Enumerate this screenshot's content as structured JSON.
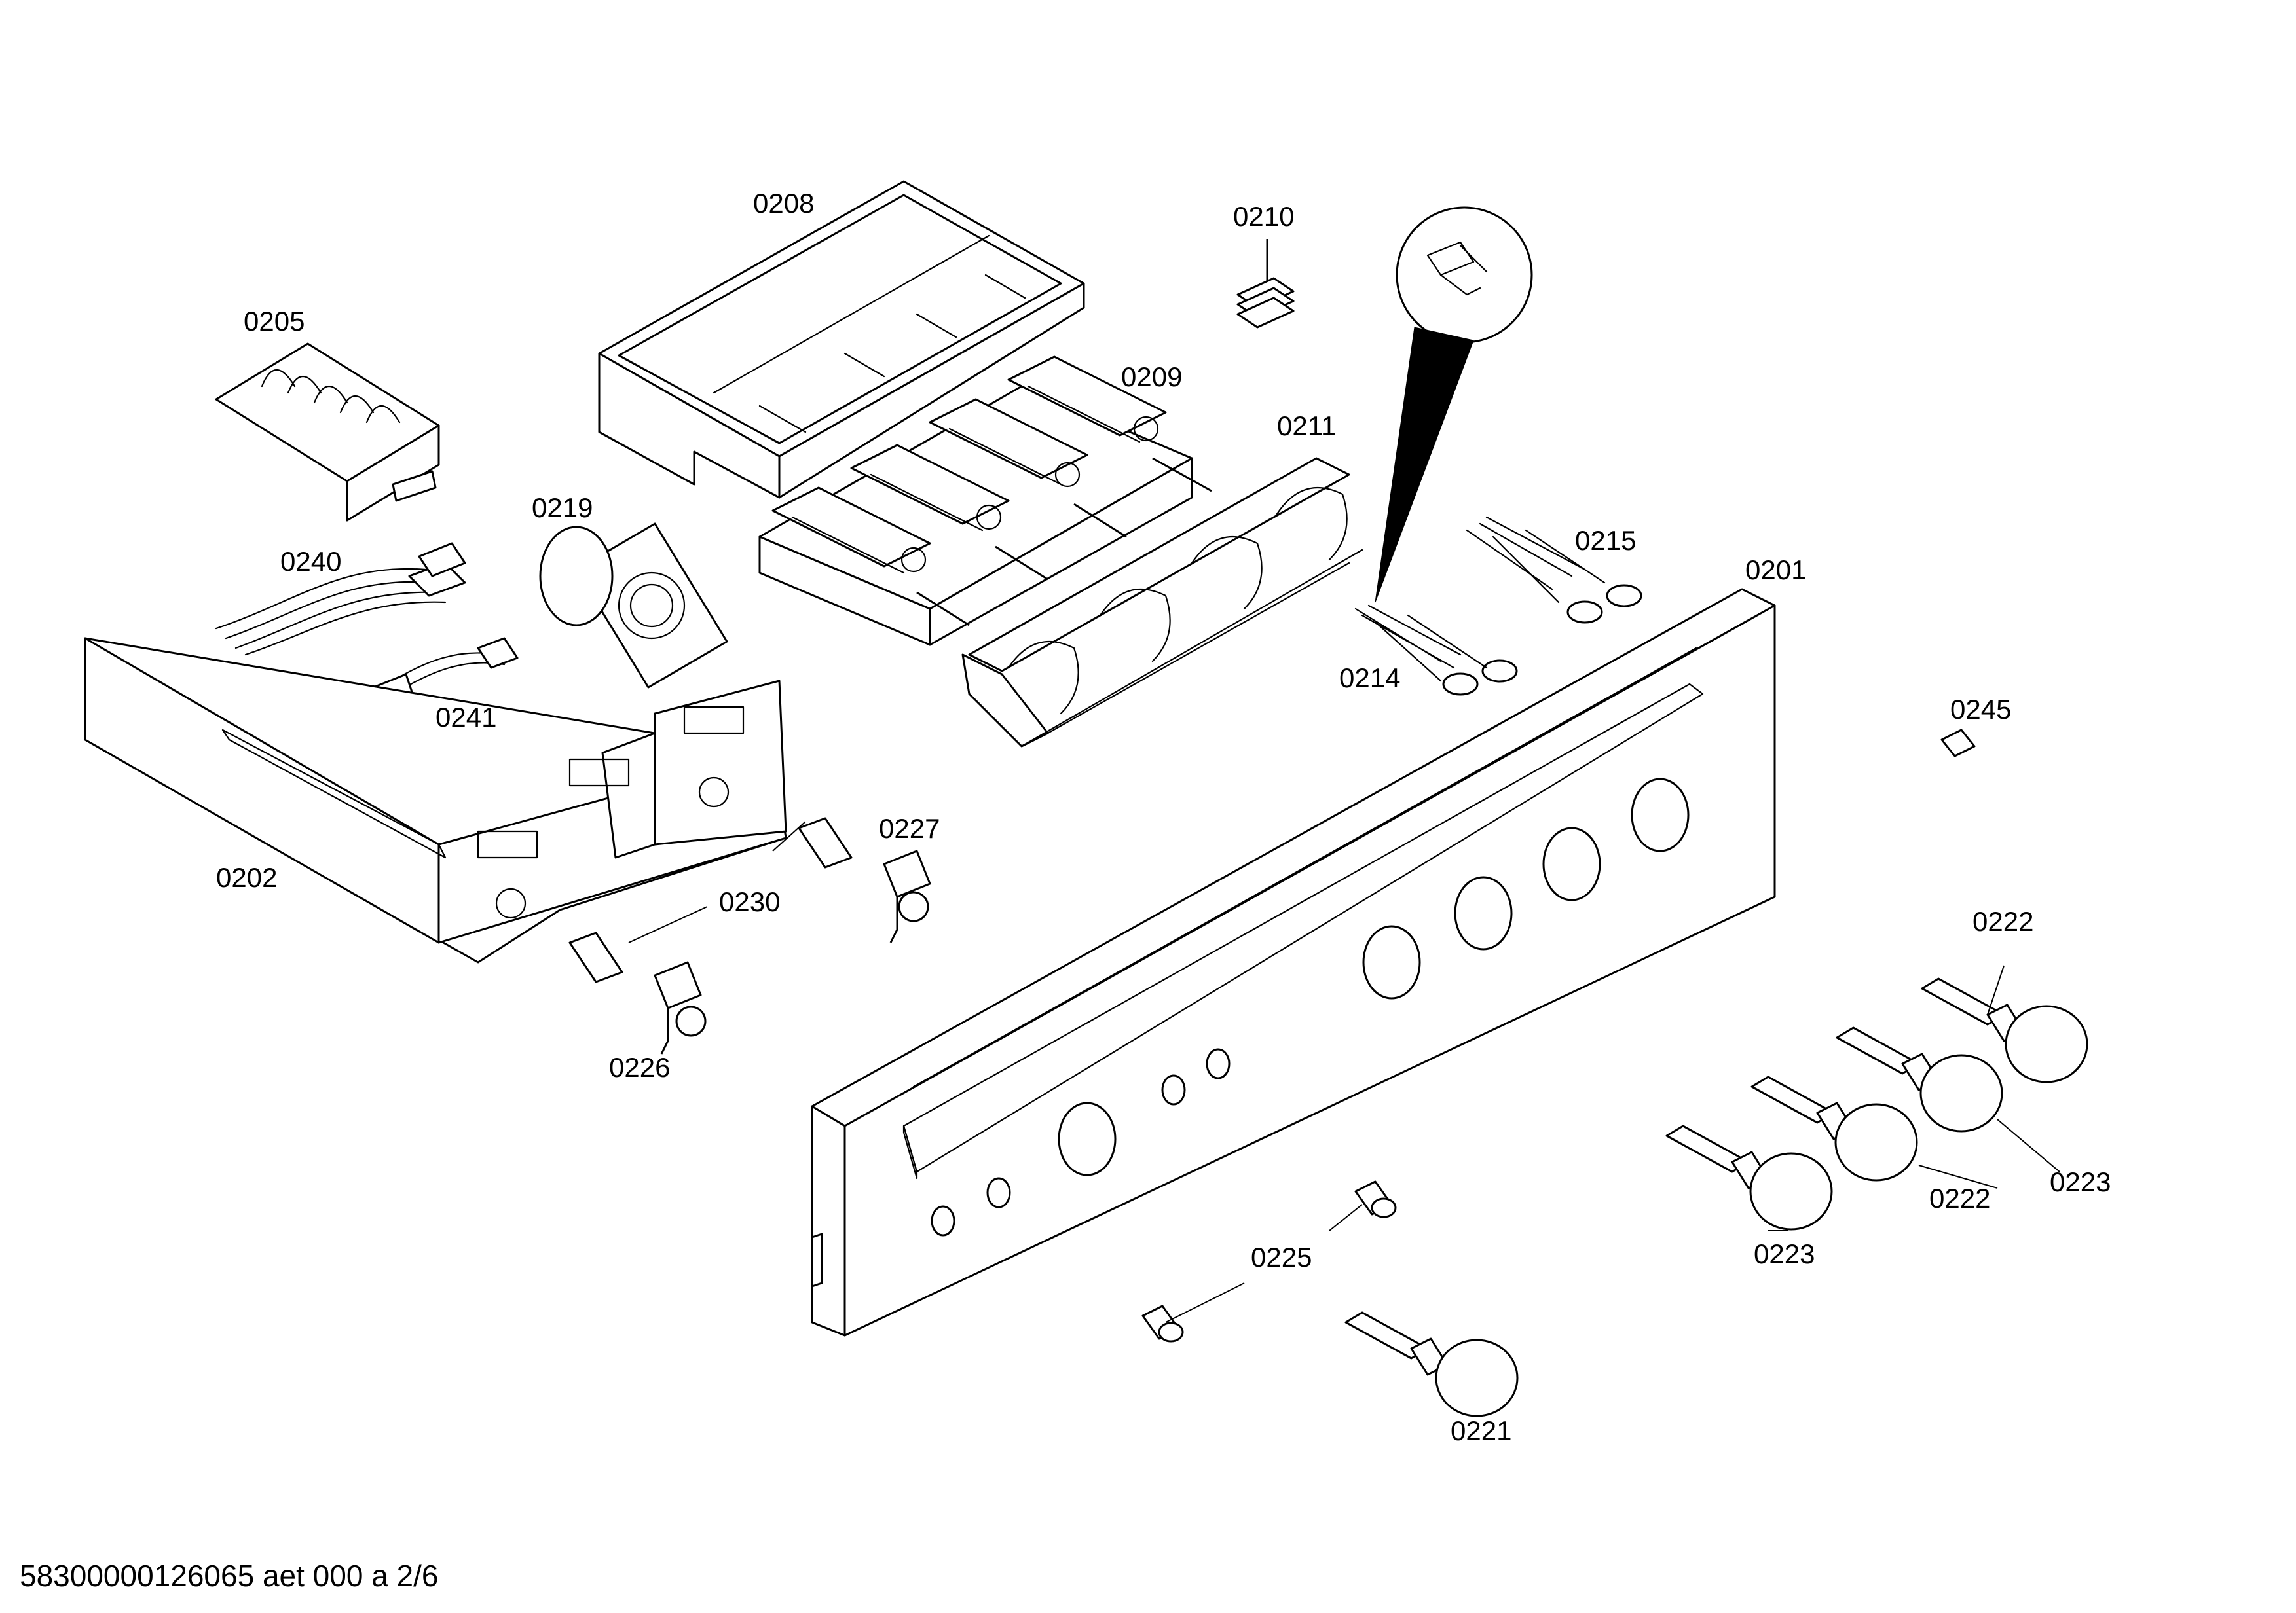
{
  "document": {
    "footer_code": "58300000126065 aet 000 a 2/6"
  },
  "callouts": {
    "c0201": "0201",
    "c0202": "0202",
    "c0205": "0205",
    "c0208": "0208",
    "c0209": "0209",
    "c0210": "0210",
    "c0211": "0211",
    "c0214": "0214",
    "c0215": "0215",
    "c0219": "0219",
    "c0221": "0221",
    "c0222a": "0222",
    "c0222b": "0222",
    "c0223a": "0223",
    "c0223b": "0223",
    "c0225": "0225",
    "c0226": "0226",
    "c0227": "0227",
    "c0230": "0230",
    "c0240": "0240",
    "c0241": "0241",
    "c0245": "0245"
  }
}
